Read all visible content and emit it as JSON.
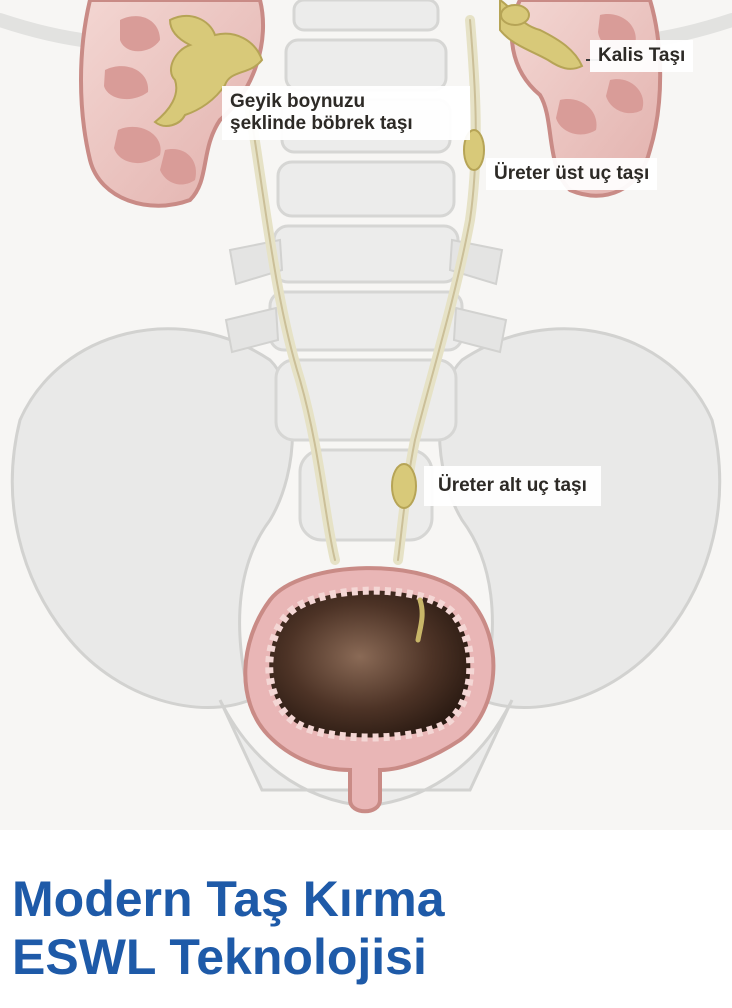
{
  "labels": {
    "kalis": "Kalis Taşı",
    "geyik_line1": "Geyik boynuzu",
    "geyik_line2": "şeklinde böbrek taşı",
    "ureter_ust": "Üreter üst uç taşı",
    "ureter_alt": "Üreter alt uç taşı"
  },
  "title": {
    "line1": "Modern Taş Kırma",
    "line2": "ESWL Teknolojisi"
  },
  "colors": {
    "title": "#1e5aa8",
    "kidney": "#e8c1be",
    "bladder": "#e9b3b3",
    "stone": "#d9cc7a",
    "bone": "#e7e7e7"
  }
}
